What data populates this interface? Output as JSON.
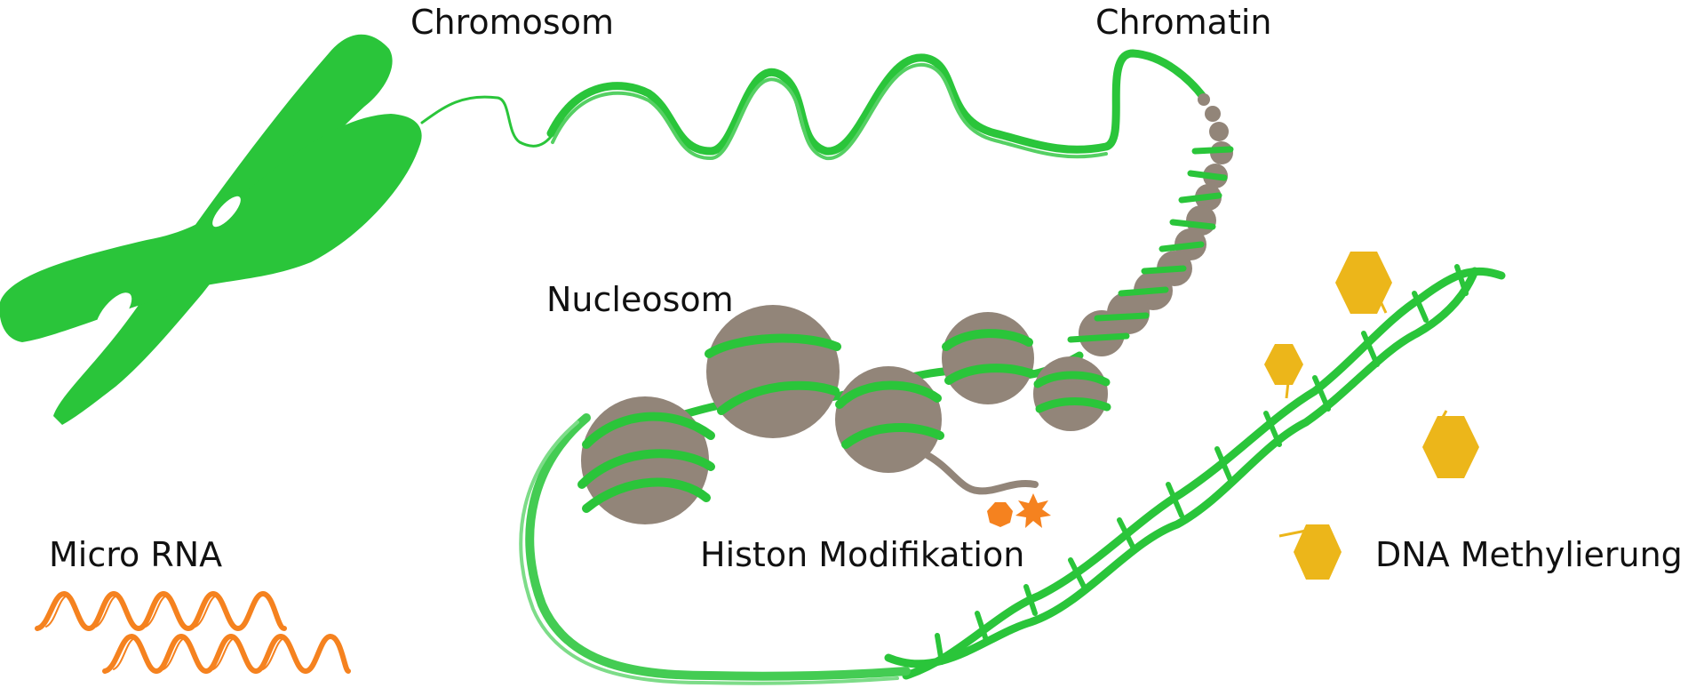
{
  "labels": {
    "chromosom": "Chromosom",
    "chromatin": "Chromatin",
    "nucleosom": "Nucleosom",
    "micro_rna": "Micro RNA",
    "histon_modifikation": "Histon Modifikation",
    "dna_methylierung": "DNA Methylierung"
  },
  "colors": {
    "dna_green": "#2ac53a",
    "histone_gray": "#928579",
    "rna_orange": "#f5821f",
    "methyl_yellow": "#ecb61a"
  },
  "icons": {
    "chromosome": "chromosome-icon",
    "histone_mark": "histone-mark-icon",
    "methyl_group": "methyl-hexagon-icon"
  }
}
